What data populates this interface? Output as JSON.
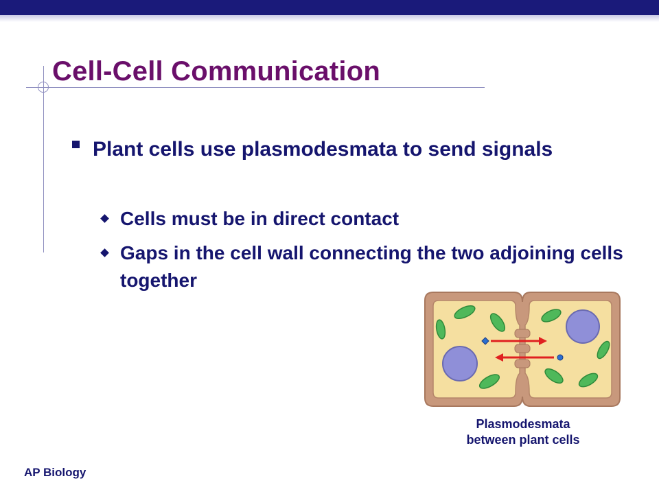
{
  "slide": {
    "title": "Cell-Cell Communication",
    "bullets": [
      {
        "text": "Plant cells use plasmodesmata to send signals",
        "subbullets": [
          "Cells must be in direct contact",
          "Gaps in the cell wall connecting the two adjoining cells together"
        ]
      }
    ],
    "figure": {
      "caption_line1": "Plasmodesmata",
      "caption_line2": "between plant cells"
    },
    "footer": "AP Biology"
  },
  "colors": {
    "title": "#6a0f6a",
    "text": "#15156e",
    "top_bar": "#1a1a7a",
    "cell_wall": "#c8987c",
    "cytoplasm": "#f5dfa0",
    "chloroplast": "#4fb85a",
    "nucleus": "#8f8fd8",
    "arrow": "#e02020"
  }
}
